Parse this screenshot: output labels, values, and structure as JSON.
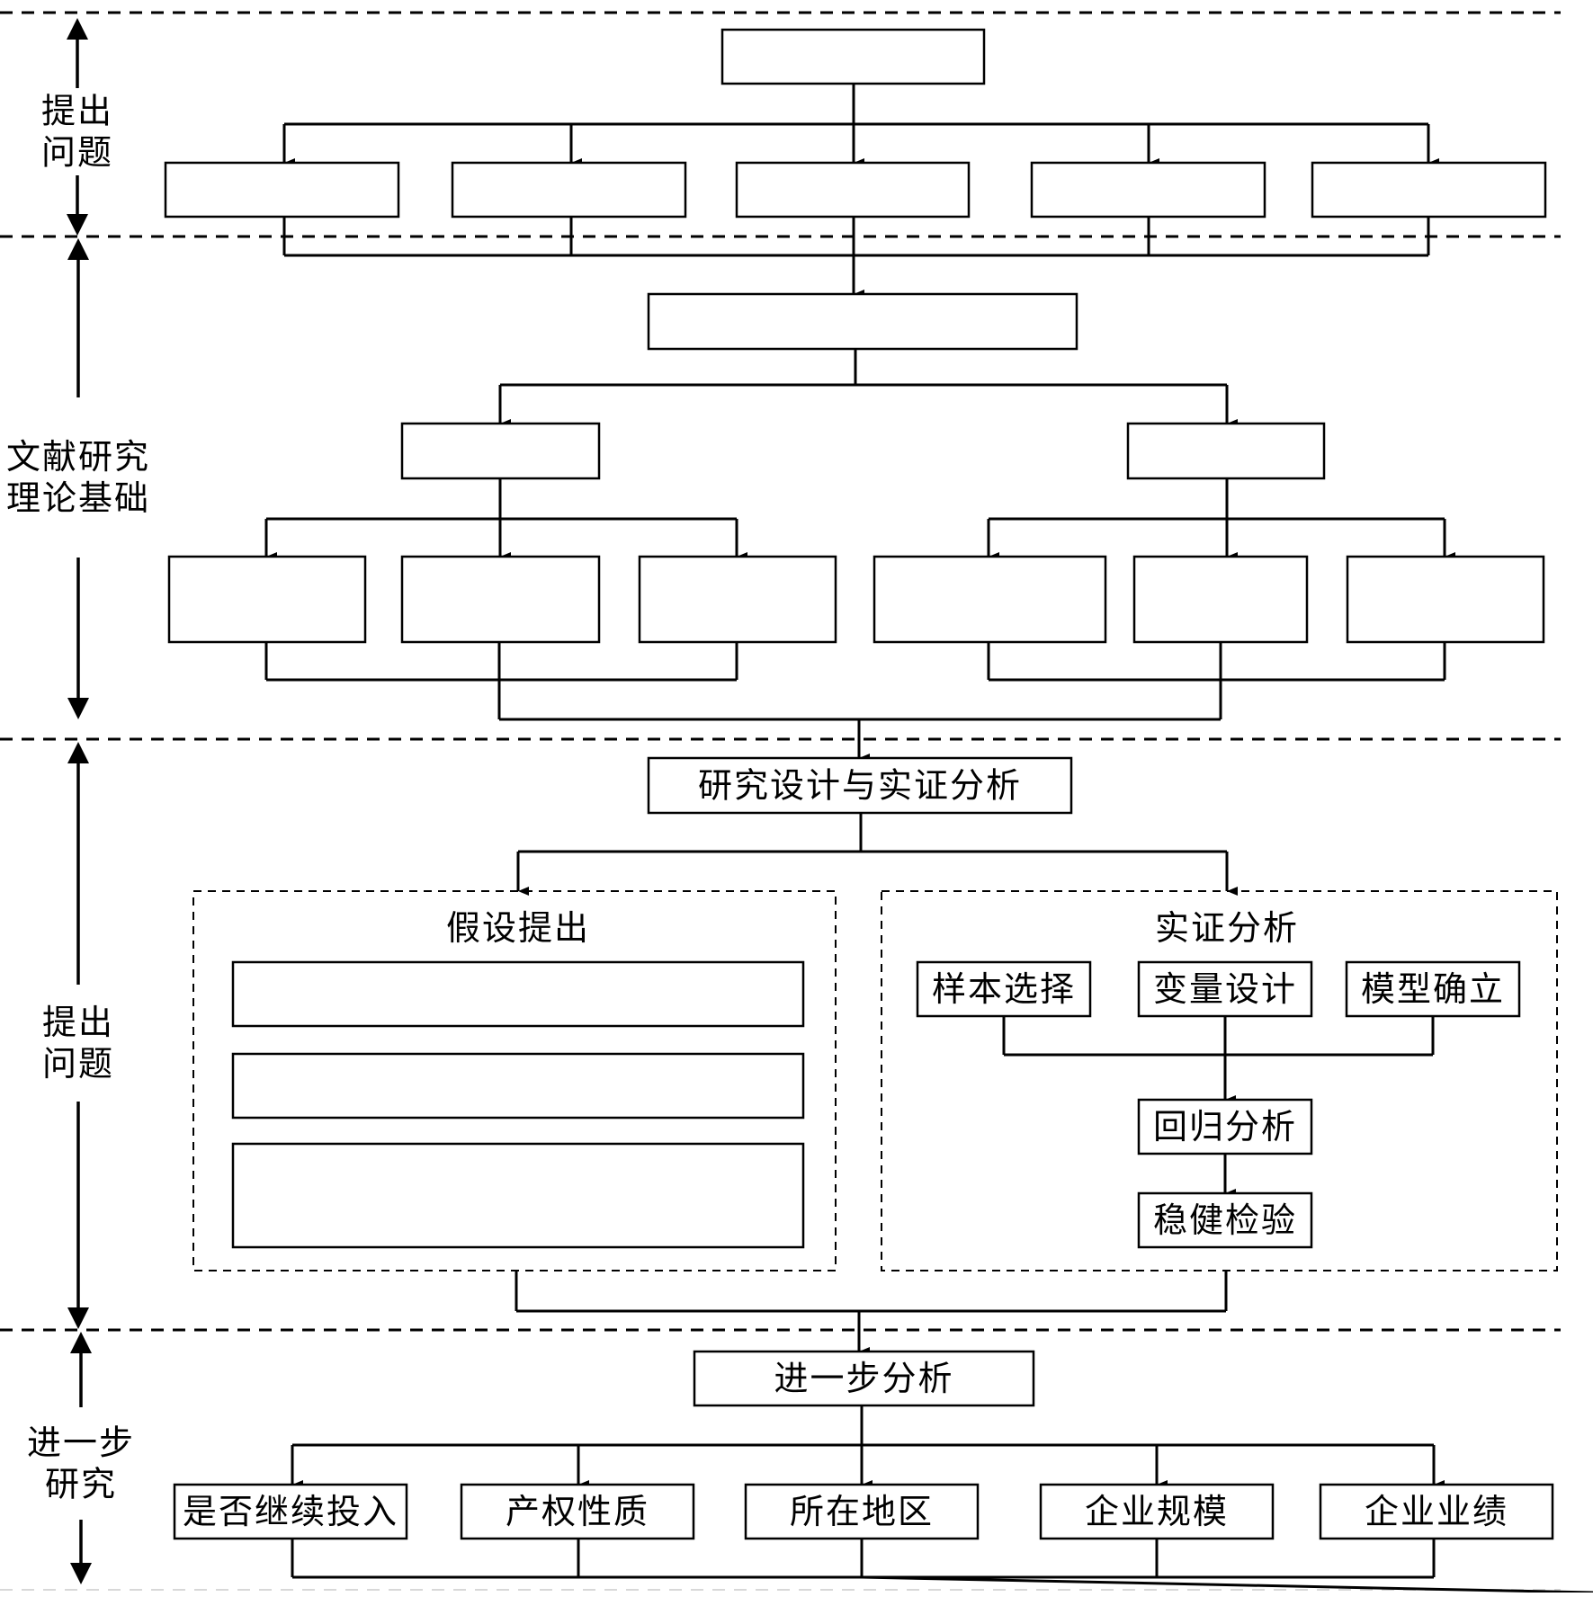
{
  "diagram": {
    "title": "Research framework flowchart",
    "line_color": "#000000",
    "background": "#ffffff",
    "stages": [
      {
        "id": "stage1",
        "side_label": [
          "提出",
          "问题"
        ]
      },
      {
        "id": "stage2",
        "side_label": [
          "文献研究",
          "理论基础"
        ]
      },
      {
        "id": "stage3",
        "side_label": [
          "提出",
          "问题"
        ]
      },
      {
        "id": "stage4",
        "side_label": [
          "进一步",
          "研究"
        ]
      }
    ],
    "stage1": {
      "top_box": "",
      "sub_boxes": [
        "",
        "",
        "",
        "",
        ""
      ]
    },
    "stage2": {
      "main_box": "",
      "branches": [
        {
          "box": "",
          "children": [
            "",
            "",
            ""
          ]
        },
        {
          "box": "",
          "children": [
            "",
            "",
            ""
          ]
        }
      ]
    },
    "stage3": {
      "main_box": "研究设计与实证分析",
      "hypothesis_group": {
        "title": "假设提出",
        "boxes": [
          "",
          "",
          ""
        ]
      },
      "empirical_group": {
        "title": "实证分析",
        "inputs": [
          "样本选择",
          "变量设计",
          "模型确立"
        ],
        "regression": "回归分析",
        "robustness": "稳健检验"
      }
    },
    "stage4": {
      "main_box": "进一步分析",
      "children": [
        "是否继续投入",
        "产权性质",
        "所在地区",
        "企业规模",
        "企业业绩"
      ]
    }
  }
}
